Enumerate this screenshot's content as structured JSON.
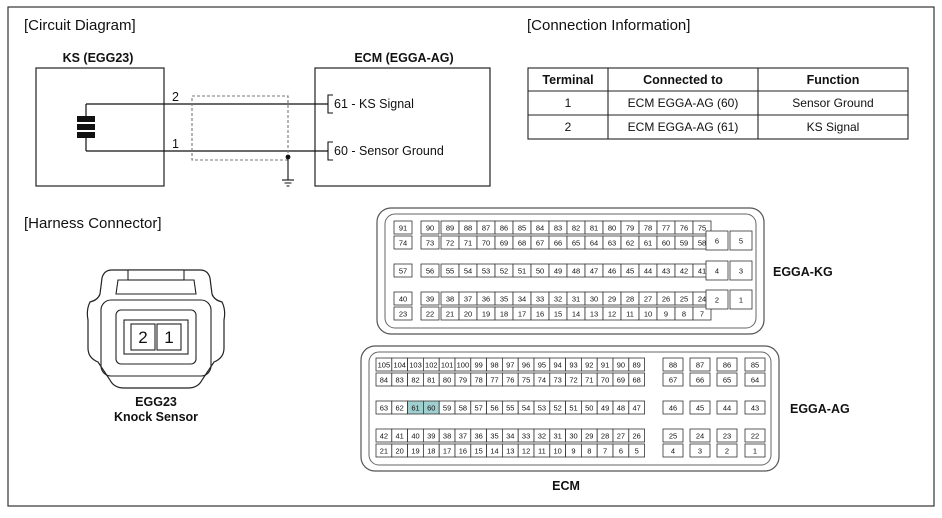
{
  "circuit": {
    "section_title": "[Circuit Diagram]",
    "ks_title": "KS (EGG23)",
    "ecm_title": "ECM (EGGA-AG)",
    "wire_pin_top": "2",
    "wire_pin_bottom": "1",
    "ecm_pin_top": "61 - KS Signal",
    "ecm_pin_bottom": "60 - Sensor Ground"
  },
  "connection": {
    "section_title": "[Connection Information]",
    "headers": [
      "Terminal",
      "Connected to",
      "Function"
    ],
    "rows": [
      [
        "1",
        "ECM EGGA-AG (60)",
        "Sensor Ground"
      ],
      [
        "2",
        "ECM EGGA-AG (61)",
        "KS Signal"
      ]
    ]
  },
  "harness": {
    "section_title": "[Harness Connector]",
    "egg23_pins": [
      "2",
      "1"
    ],
    "egg23_name": "EGG23",
    "egg23_desc": "Knock Sensor"
  },
  "egga_kg": {
    "name": "EGGA-KG",
    "a_col": [
      [
        "91",
        "74"
      ],
      [
        "57"
      ],
      [
        "40",
        "23"
      ]
    ],
    "b_col": [
      [
        "90",
        "73"
      ],
      [
        "56"
      ],
      [
        "39",
        "22"
      ]
    ],
    "main_rows": [
      [
        "89",
        "88",
        "87",
        "86",
        "85",
        "84",
        "83",
        "82",
        "81",
        "80",
        "79",
        "78",
        "77",
        "76",
        "75"
      ],
      [
        "72",
        "71",
        "70",
        "69",
        "68",
        "67",
        "66",
        "65",
        "64",
        "63",
        "62",
        "61",
        "60",
        "59",
        "58"
      ],
      [
        "55",
        "54",
        "53",
        "52",
        "51",
        "50",
        "49",
        "48",
        "47",
        "46",
        "45",
        "44",
        "43",
        "42",
        "41"
      ],
      [
        "38",
        "37",
        "36",
        "35",
        "34",
        "33",
        "32",
        "31",
        "30",
        "29",
        "28",
        "27",
        "26",
        "25",
        "24"
      ],
      [
        "21",
        "20",
        "19",
        "18",
        "17",
        "16",
        "15",
        "14",
        "13",
        "12",
        "11",
        "10",
        "9",
        "8",
        "7"
      ]
    ],
    "right_pairs": [
      [
        "6",
        "5"
      ],
      [
        "4",
        "3"
      ],
      [
        "2",
        "1"
      ]
    ]
  },
  "egga_ag": {
    "name": "EGGA-AG",
    "main_rows": [
      [
        "105",
        "104",
        "103",
        "102",
        "101",
        "100",
        "99",
        "98",
        "97",
        "96",
        "95",
        "94",
        "93",
        "92",
        "91",
        "90",
        "89"
      ],
      [
        "84",
        "83",
        "82",
        "81",
        "80",
        "79",
        "78",
        "77",
        "76",
        "75",
        "74",
        "73",
        "72",
        "71",
        "70",
        "69",
        "68"
      ],
      [
        "63",
        "62",
        "61",
        "60",
        "59",
        "58",
        "57",
        "56",
        "55",
        "54",
        "53",
        "52",
        "51",
        "50",
        "49",
        "48",
        "47"
      ],
      [
        "42",
        "41",
        "40",
        "39",
        "38",
        "37",
        "36",
        "35",
        "34",
        "33",
        "32",
        "31",
        "30",
        "29",
        "28",
        "27",
        "26"
      ],
      [
        "21",
        "20",
        "19",
        "18",
        "17",
        "16",
        "15",
        "14",
        "13",
        "12",
        "11",
        "10",
        "9",
        "8",
        "7",
        "6",
        "5"
      ]
    ],
    "right_rows": [
      [
        "88",
        "87",
        "86",
        "85"
      ],
      [
        "67",
        "66",
        "65",
        "64"
      ],
      [
        "46",
        "45",
        "44",
        "43"
      ],
      [
        "25",
        "24",
        "23",
        "22"
      ],
      [
        "4",
        "3",
        "2",
        "1"
      ]
    ],
    "highlight_pins": [
      "61",
      "60"
    ],
    "highlight_color": "#9fcfcf"
  },
  "ecm_label": "ECM"
}
